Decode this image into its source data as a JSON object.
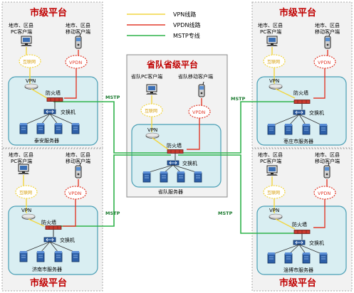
{
  "legend": {
    "vpn_line": "VPN线路",
    "vpdn_line": "VPDN线路",
    "mstp_line": "MSTP专线"
  },
  "colors": {
    "vpn": "#f2d640",
    "vpdn": "#e23a2a",
    "mstp": "#2fb34a",
    "zone_fill": "#d9eef2",
    "zone_border": "#4a9fb5",
    "panel_bg": "#f2f2f2",
    "title_red": "#c00000",
    "label_green": "#1a7a2e"
  },
  "panels": {
    "top_left": {
      "title": "市级平台",
      "pc_label_1": "地市、区县",
      "pc_label_2": "PC客户端",
      "mobile_label_1": "地市、区县",
      "mobile_label_2": "移动客户端",
      "internet": "互联网",
      "vpdn": "VPDN",
      "vpn": "VPN",
      "firewall": "防火墙",
      "switch": "交换机",
      "servers": "泰安服务器",
      "mstp": "MSTP"
    },
    "top_right": {
      "title": "市级平台",
      "pc_label_1": "地市、区县",
      "pc_label_2": "PC客户端",
      "mobile_label_1": "地市、区县",
      "mobile_label_2": "移动客户端",
      "internet": "互联网",
      "vpdn": "VPDN",
      "vpn": "VPN",
      "firewall": "防火墙",
      "switch": "交换机",
      "servers": "枣庄市服务器",
      "mstp": "MSTP"
    },
    "center": {
      "title": "省队省级平台",
      "pc_label": "省队PC客户端",
      "mobile_label": "省队移动客户端",
      "internet": "互联网",
      "vpdn": "VPDN",
      "vpn": "VPN",
      "firewall": "防火墙",
      "switch": "交换机",
      "servers": "省队服务器"
    },
    "bottom_left": {
      "title": "市级平台",
      "pc_label_1": "地市、区县",
      "pc_label_2": "PC客户端",
      "mobile_label_1": "地市、区县",
      "mobile_label_2": "移动客户端",
      "internet": "互联网",
      "vpdn": "VPDN",
      "vpn": "VPN",
      "firewall": "防火墙",
      "switch": "交换机",
      "servers": "济南市服务器",
      "mstp": "MSTP"
    },
    "bottom_right": {
      "title": "市级平台",
      "pc_label_1": "地市、区县",
      "pc_label_2": "PC客户端",
      "mobile_label_1": "地市、区县",
      "mobile_label_2": "移动客户端",
      "internet": "互联网",
      "vpdn": "VPDN",
      "vpn": "VPN",
      "firewall": "防火墙",
      "switch": "交换机",
      "servers": "淄博市服务器",
      "mstp": "MSTP"
    }
  }
}
